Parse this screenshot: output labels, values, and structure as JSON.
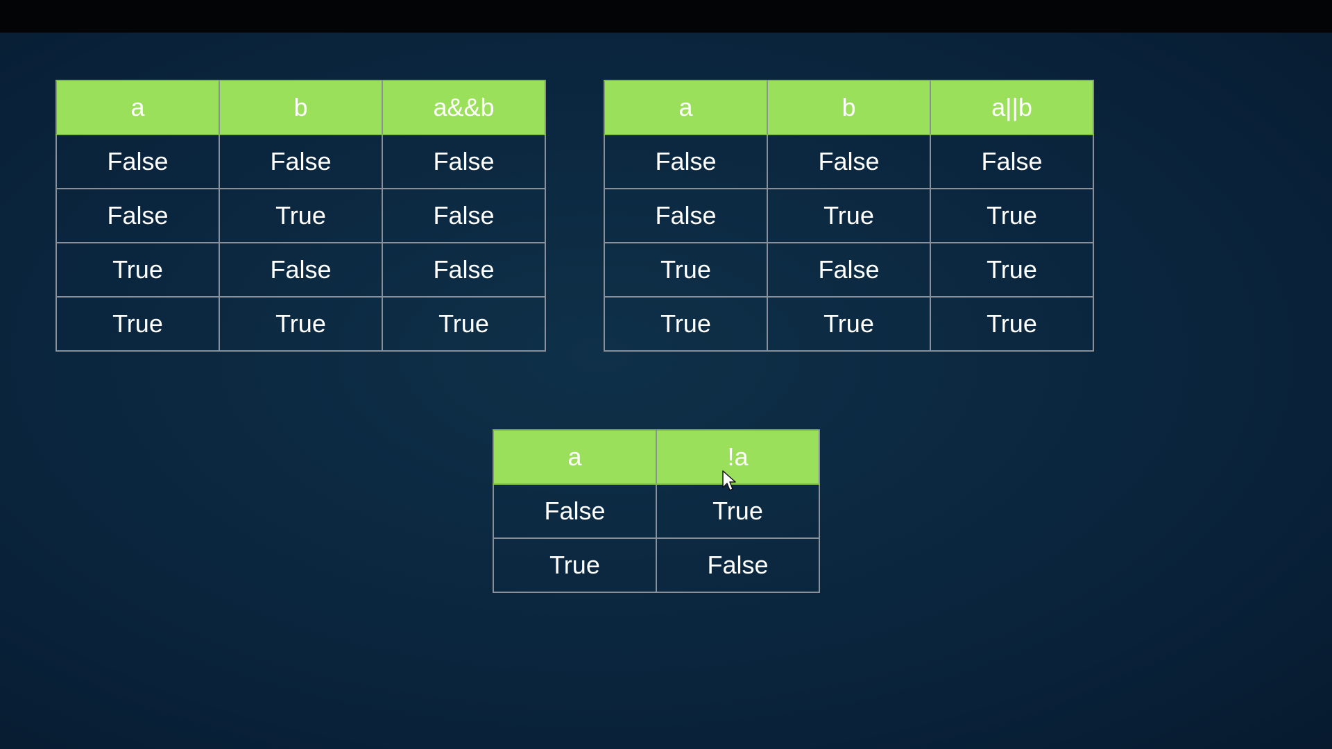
{
  "tables": {
    "and": {
      "headers": [
        "a",
        "b",
        "a&&b"
      ],
      "rows": [
        [
          "False",
          "False",
          "False"
        ],
        [
          "False",
          "True",
          "False"
        ],
        [
          "True",
          "False",
          "False"
        ],
        [
          "True",
          "True",
          "True"
        ]
      ]
    },
    "or": {
      "headers": [
        "a",
        "b",
        "a||b"
      ],
      "rows": [
        [
          "False",
          "False",
          "False"
        ],
        [
          "False",
          "True",
          "True"
        ],
        [
          "True",
          "False",
          "True"
        ],
        [
          "True",
          "True",
          "True"
        ]
      ]
    },
    "not": {
      "headers": [
        "a",
        "!a"
      ],
      "rows": [
        [
          "False",
          "True"
        ],
        [
          "True",
          "False"
        ]
      ]
    }
  },
  "colors": {
    "header_bg": "#9be05a",
    "text": "#ffffff",
    "background": "#0b2840",
    "border": "#8a9099"
  },
  "icons": {
    "cursor": "mouse-pointer-icon"
  }
}
